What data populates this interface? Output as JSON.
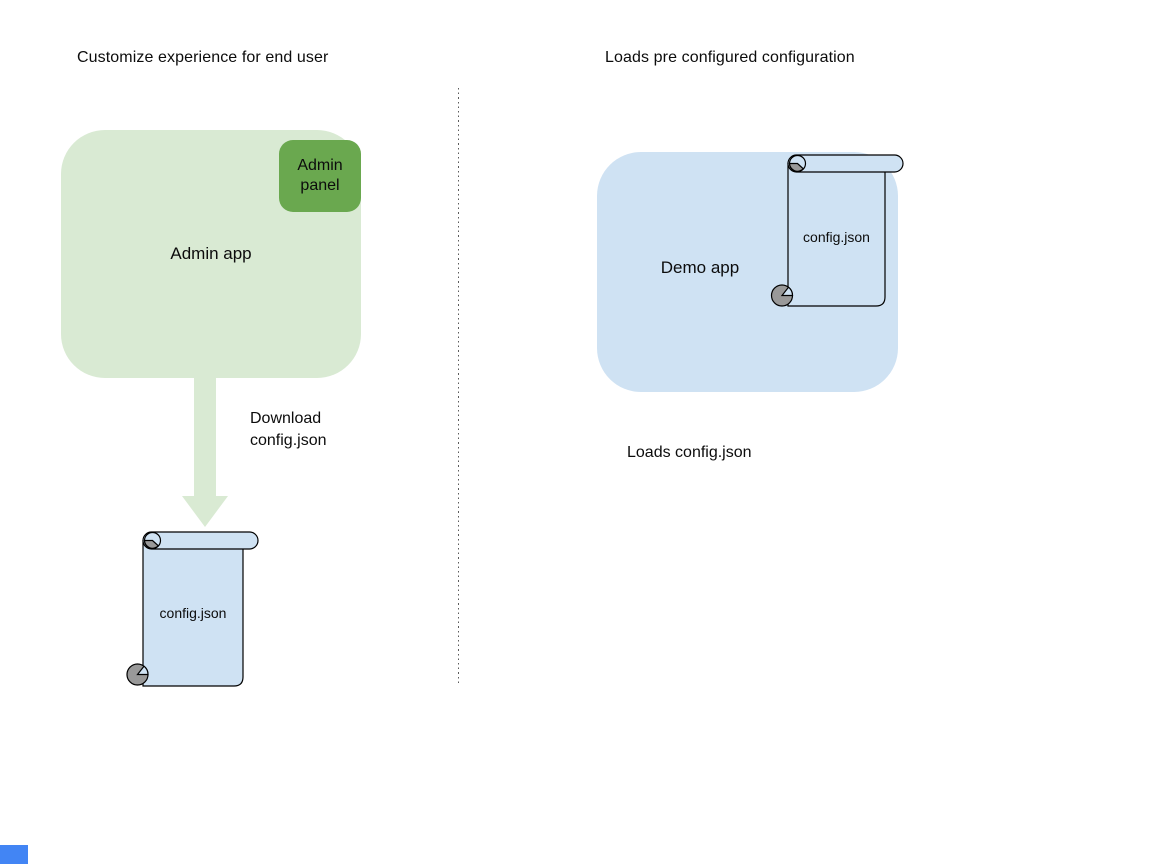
{
  "diagram": {
    "left": {
      "title": "Customize experience for end user",
      "admin_app_label": "Admin app",
      "admin_panel_label": "Admin panel",
      "arrow_label": "Download config.json",
      "scroll_label": "config.json"
    },
    "right": {
      "title": "Loads pre configured configuration",
      "demo_app_label": "Demo app",
      "scroll_label": "config.json",
      "caption": "Loads config.json"
    },
    "colors": {
      "admin_app_fill": "#d9ead3",
      "admin_panel_fill": "#6aa84f",
      "arrow_fill": "#d9ead3",
      "scroll_fill": "#cfe2f3",
      "demo_app_fill": "#cfe2f3",
      "curl_gray": "#999999",
      "outline": "#000000",
      "divider_gray": "#5b5b5b",
      "partial_shape_blue": "#4285f4"
    }
  }
}
